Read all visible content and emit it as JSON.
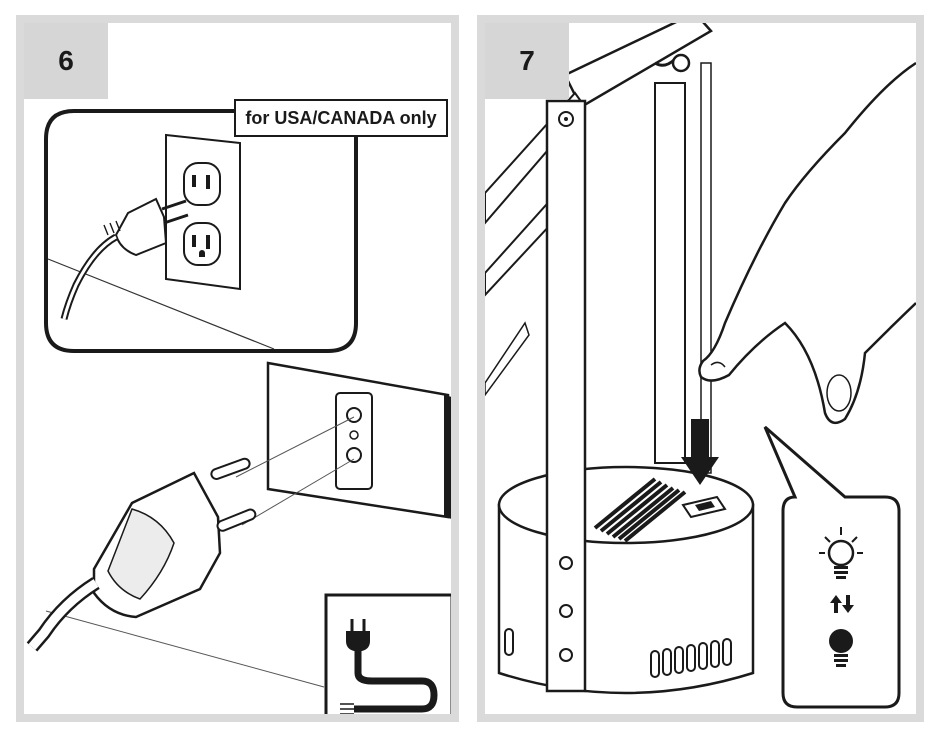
{
  "panels": [
    {
      "step": "6",
      "region_label": "for USA/CANADA only"
    },
    {
      "step": "7"
    }
  ],
  "icons": {
    "panel6": [
      "us-plug-outlet-illustration",
      "eu-plug-outlet-illustration",
      "power-cord-icon"
    ],
    "panel7": [
      "lamp-base-illustration",
      "hand-pointing-illustration",
      "down-arrow-icon",
      "rocker-switch-icon",
      "bulb-on-icon",
      "toggle-arrows-icon",
      "bulb-off-icon"
    ]
  },
  "colors": {
    "panel_border": "#dadada",
    "step_tab": "#d6d6d6",
    "ink": "#1a1a1a"
  }
}
